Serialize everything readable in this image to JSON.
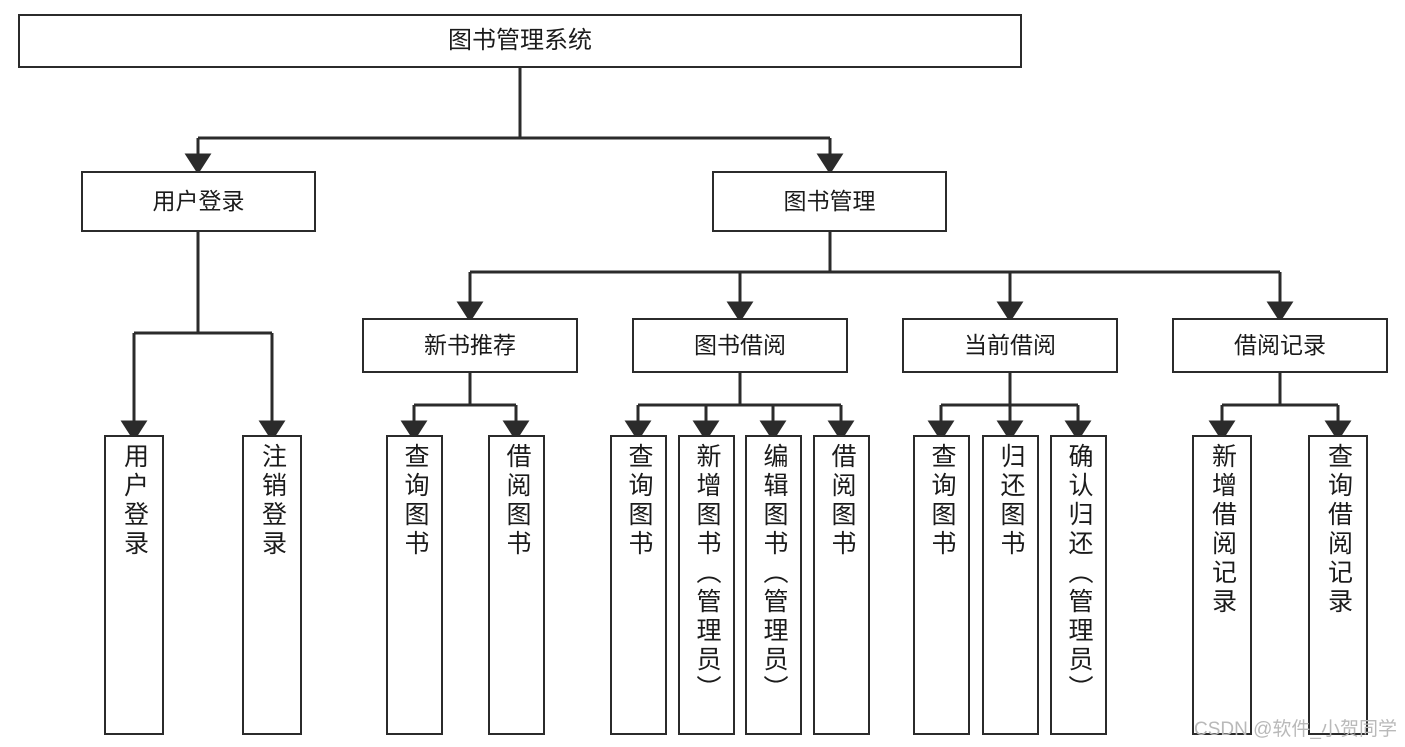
{
  "diagram": {
    "title": "图书管理系统",
    "type": "tree-hierarchy-diagram",
    "colors": {
      "box_border": "#2b2b2b",
      "box_fill": "#ffffff",
      "edge": "#2b2b2b",
      "text": "#1b1b1b",
      "watermark": "#b9b9b9",
      "background": "#ffffff"
    },
    "nodes": {
      "root": {
        "label": "图书管理系统"
      },
      "level2": [
        {
          "label": "用户登录"
        },
        {
          "label": "图书管理"
        }
      ],
      "level3": [
        {
          "label": "新书推荐"
        },
        {
          "label": "图书借阅"
        },
        {
          "label": "当前借阅"
        },
        {
          "label": "借阅记录"
        }
      ],
      "leaves": {
        "user_login": [
          {
            "label": "用户登录"
          },
          {
            "label": "注销登录"
          }
        ],
        "new_book_recommend": [
          {
            "label": "查询图书"
          },
          {
            "label": "借阅图书"
          }
        ],
        "book_borrow": [
          {
            "label": "查询图书"
          },
          {
            "label": "新增图书（管理员）"
          },
          {
            "label": "编辑图书（管理员）"
          },
          {
            "label": "借阅图书"
          }
        ],
        "current_borrow": [
          {
            "label": "查询图书"
          },
          {
            "label": "归还图书"
          },
          {
            "label": "确认归还（管理员）"
          }
        ],
        "borrow_record": [
          {
            "label": "新增借阅记录"
          },
          {
            "label": "查询借阅记录"
          }
        ]
      }
    },
    "watermark": "CSDN @软件_小贺同学"
  }
}
